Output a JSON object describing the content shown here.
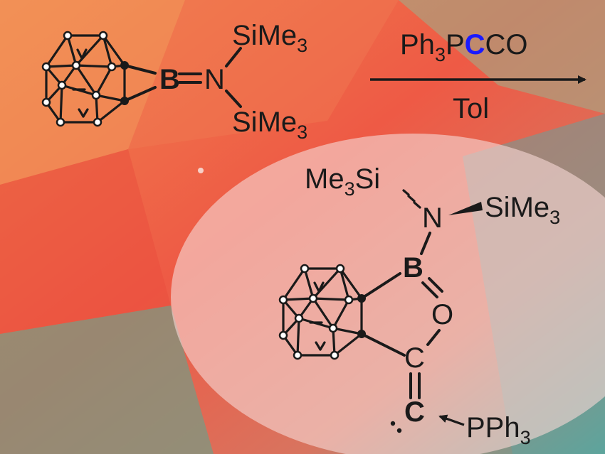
{
  "reactant": {
    "boron": "B",
    "nitrogen": "N",
    "top_substituent": {
      "text": "SiMe",
      "sub": "3"
    },
    "bottom_substituent": {
      "text": "SiMe",
      "sub": "3"
    }
  },
  "reagent": {
    "part1": "Ph",
    "sub1": "3",
    "part2": "P",
    "carbon": "C",
    "part3": "CO",
    "solvent": "Tol"
  },
  "product": {
    "left_silyl": {
      "text": "Me",
      "sub": "3",
      "tail": "Si"
    },
    "right_silyl": {
      "text": "SiMe",
      "sub": "3"
    },
    "nitrogen": "N",
    "boron": "B",
    "oxygen": "O",
    "acyl_carbon": "C",
    "carbene_carbon": "C",
    "phosphine": {
      "text": "PPh",
      "sub": "3"
    }
  },
  "colors": {
    "boron": "#1f9a1f",
    "carbon_highlight": "#1a1aff",
    "ink": "#1a1a1a",
    "background": "#e8694a",
    "oval": "#f1c9c6"
  }
}
